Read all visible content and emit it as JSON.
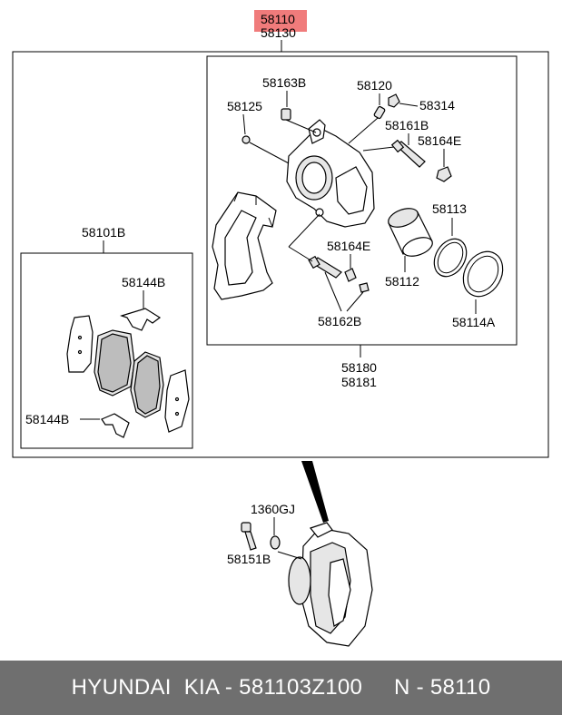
{
  "labels": {
    "top_highlight": "58110",
    "top_second": "58130",
    "pad_kit": "58101B",
    "clip_upper": "58144B",
    "clip_lower": "58144B",
    "bolt_upper": "58163B",
    "bleeder": "58120",
    "bleeder_cap": "58314",
    "seal_small": "58125",
    "guide_pin": "58161B",
    "boot_upper": "58164E",
    "boot_lower": "58164E",
    "piston_seal": "58113",
    "piston": "58112",
    "piston_boot": "58114A",
    "guide_pin_lower": "58162B",
    "caliper_assy_1": "58180",
    "caliper_assy_2": "58181",
    "washer": "1360GJ",
    "mount_bolt": "58151B"
  },
  "footer": {
    "text": "HYUNDAI  KIA - 581103Z100     N - 58110"
  },
  "colors": {
    "highlight": "#f07b7b",
    "footer_bg": "#6f6f6f",
    "footer_text": "#ffffff"
  }
}
